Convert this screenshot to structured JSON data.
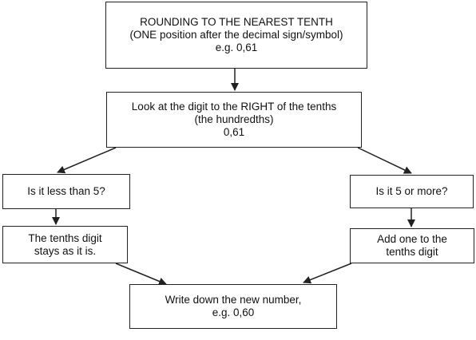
{
  "nodes": {
    "title": {
      "line1": "ROUNDING TO THE NEAREST TENTH",
      "line2": "(ONE position after the decimal sign/symbol)",
      "line3": "e.g.  0,61"
    },
    "look": {
      "line1": "Look at the digit to the RIGHT of the tenths",
      "line2": "(the hundredths)",
      "line3": "0,61"
    },
    "less": {
      "line1": "Is it less than 5?"
    },
    "more": {
      "line1": "Is it 5 or more?"
    },
    "stays": {
      "line1": "The tenths digit",
      "line2": "stays as it is."
    },
    "addone": {
      "line1": "Add one to the",
      "line2": "tenths digit"
    },
    "write": {
      "line1": "Write down the new number,",
      "line2": "e.g.  0,60"
    }
  },
  "edges": [
    {
      "from": "title",
      "to": "look"
    },
    {
      "from": "look",
      "to": "less"
    },
    {
      "from": "look",
      "to": "more"
    },
    {
      "from": "less",
      "to": "stays"
    },
    {
      "from": "more",
      "to": "addone"
    },
    {
      "from": "stays",
      "to": "write"
    },
    {
      "from": "addone",
      "to": "write"
    }
  ]
}
